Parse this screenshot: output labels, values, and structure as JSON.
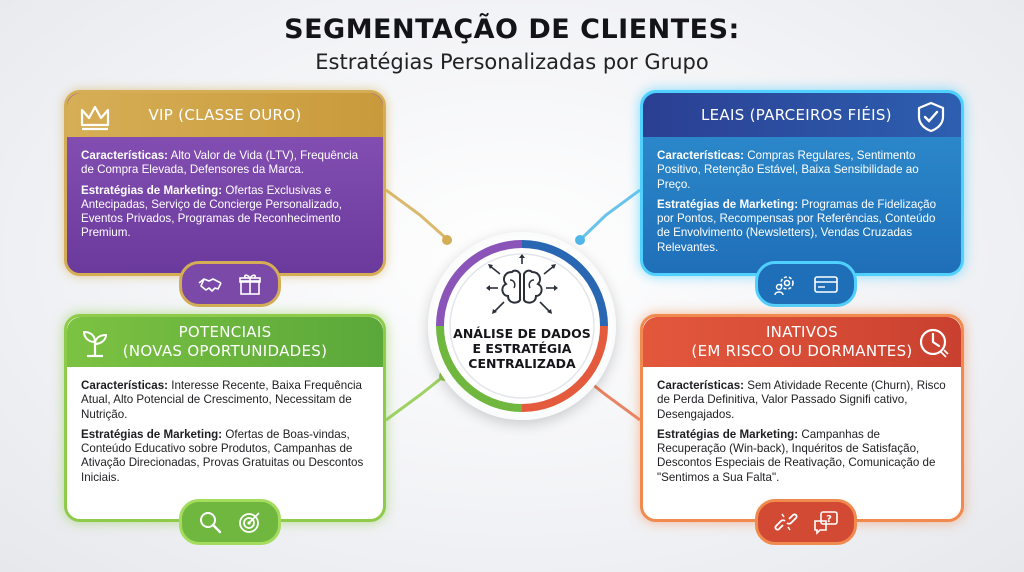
{
  "header": {
    "title": "SEGMENTAÇÃO DE CLIENTES:",
    "subtitle": "Estratégias Personalizadas por Grupo"
  },
  "hub": {
    "line1": "ANÁLISE DE DADOS",
    "line2": "E ESTRATÉGIA",
    "line3": "CENTRALIZADA"
  },
  "segments": {
    "vip": {
      "title": "VIP (CLASSE OURO)",
      "char_label": "Características:",
      "char_text": "Alto Valor de Vida (LTV), Frequência de Compra Elevada, Defensores da Marca.",
      "mkt_label": "Estratégias de Marketing:",
      "mkt_text": "Ofertas Exclusivas e Antecipadas, Serviço de Concierge Personalizado, Eventos Privados, Programas de Reconhecimento Premium."
    },
    "leais": {
      "title": "LEAIS (PARCEIROS FIÉIS)",
      "char_label": "Características:",
      "char_text": "Compras Regulares, Sentimento Positivo, Retenção Estável, Baixa Sensibilidade ao Preço.",
      "mkt_label": "Estratégias de Marketing:",
      "mkt_text": "Programas de Fidelização por Pontos, Recompensas por Referências, Conteúdo de Envolvimento (Newsletters), Vendas Cruzadas Relevantes."
    },
    "potenciais": {
      "title_line1": "POTENCIAIS",
      "title_line2": "(NOVAS OPORTUNIDADES)",
      "char_label": "Características:",
      "char_text": "Interesse Recente, Baixa Frequência Atual, Alto Potencial de Crescimento, Necessitam de Nutrição.",
      "mkt_label": "Estratégias de Marketing:",
      "mkt_text": "Ofertas de Boas-vindas, Conteúdo Educativo sobre Produtos, Campanhas de Ativação Direcionadas, Provas Gratuitas ou Descontos Iniciais."
    },
    "inativos": {
      "title_line1": "INATIVOS",
      "title_line2": "(EM RISCO OU DORMANTES)",
      "char_label": "Características:",
      "char_text": "Sem Atividade Recente (Churn), Risco de Perda Definitiva, Valor Passado Signifi cativo, Desengajados.",
      "mkt_label": "Estratégias de Marketing:",
      "mkt_text": "Campanhas de Recuperação (Win-back), Inquéritos de Satisfação, Descontos Especiais de Reativação, Comunicação de \"Sentimos a Sua Falta\"."
    }
  },
  "colors": {
    "vip": "#d4ad55",
    "leais": "#4fd0ff",
    "potenciais": "#8ecb4a",
    "inativos": "#f08a4e"
  }
}
